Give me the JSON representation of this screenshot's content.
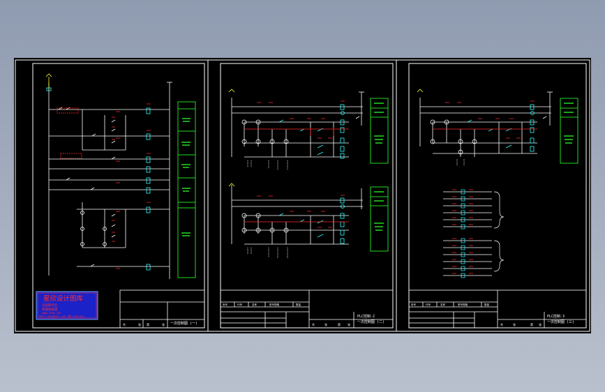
{
  "logo": {
    "title": "星欣设计图库",
    "lines": [
      "全国最专业",
      "机械图纸库",
      "www.xxx.cn"
    ],
    "contact": "mail:xxx@xxx.com QQ:xxxxxxx"
  },
  "sheets": [
    {
      "id": "sheet-1",
      "title_block_caption": "一次控制图 (一)",
      "bottom_row": [
        "共",
        "张",
        "第",
        "张"
      ]
    },
    {
      "id": "sheet-2",
      "title_block_caption": "一次控制图 (二)",
      "title_block_code": "PLC控制-2",
      "bom_headers": [
        "序号",
        "代号",
        "名称",
        "型号规格",
        "数量"
      ],
      "bottom_row": [
        "共",
        "张",
        "第",
        "张"
      ]
    },
    {
      "id": "sheet-3",
      "title_block_caption": "一次控制图 (三)",
      "title_block_code": "PLC控制-3",
      "bom_headers": [
        "序号",
        "代号",
        "名称",
        "型号规格",
        "数量"
      ],
      "bottom_row": [
        "共",
        "张",
        "第",
        "张"
      ]
    }
  ],
  "colors": {
    "background": "#000000",
    "frame": "#ffffff",
    "wire": "#ffffff",
    "red_wire": "#ff2a2a",
    "cyan": "#33ffff",
    "green": "#22dd22",
    "yellow": "#ffff33",
    "logo_blue": "#1a22c8",
    "logo_red": "#ff3030"
  }
}
